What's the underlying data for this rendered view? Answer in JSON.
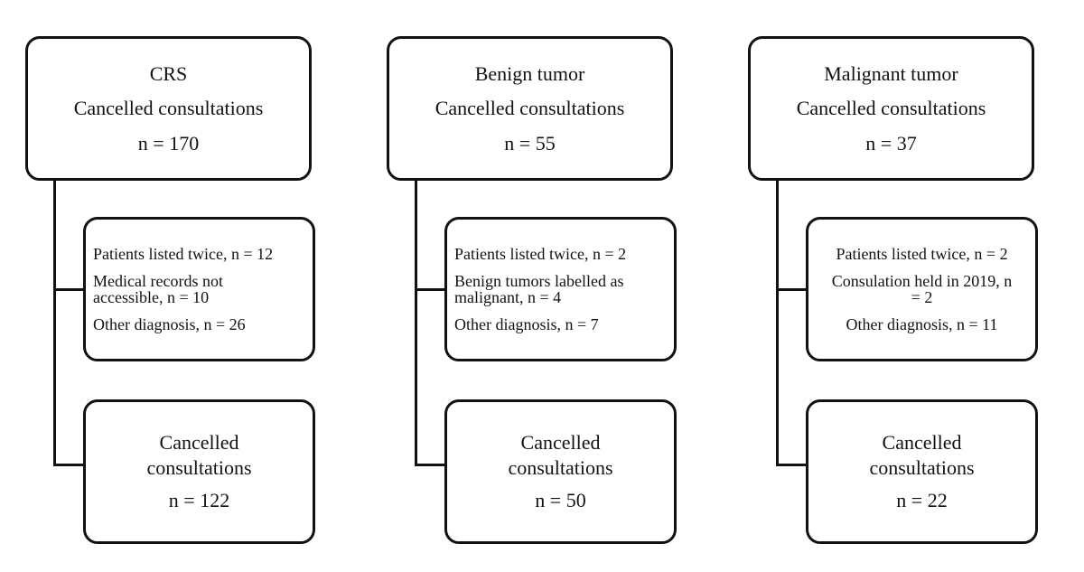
{
  "diagram": {
    "type": "flowchart",
    "colors": {
      "background": "#ffffff",
      "line": "#121212",
      "text": "#121212"
    },
    "columns": [
      {
        "id": "crs",
        "source_box": {
          "title": "CRS",
          "subtitle": "Cancelled consultations",
          "count": "n = 170"
        },
        "exclusion_box": {
          "align": "left",
          "items": [
            "Patients listed twice, n = 12",
            "Medical records not\naccessible, n = 10",
            "Other diagnosis, n = 26"
          ]
        },
        "result_box": {
          "label": "Cancelled\nconsultations",
          "count": "n = 122"
        }
      },
      {
        "id": "benign-tumor",
        "source_box": {
          "title": "Benign tumor",
          "subtitle": "Cancelled consultations",
          "count": "n = 55"
        },
        "exclusion_box": {
          "align": "left",
          "items": [
            "Patients listed twice, n = 2",
            "Benign tumors labelled as\nmalignant, n = 4",
            "Other diagnosis, n = 7"
          ]
        },
        "result_box": {
          "label": "Cancelled\nconsultations",
          "count": "n = 50"
        }
      },
      {
        "id": "malignant-tumor",
        "source_box": {
          "title": "Malignant tumor",
          "subtitle": "Cancelled consultations",
          "count": "n = 37"
        },
        "exclusion_box": {
          "align": "center",
          "items": [
            "Patients listed twice, n = 2",
            "Consulation held in 2019, n\n= 2",
            "Other diagnosis, n = 11"
          ]
        },
        "result_box": {
          "label": "Cancelled\nconsultations",
          "count": "n = 22"
        }
      }
    ]
  }
}
